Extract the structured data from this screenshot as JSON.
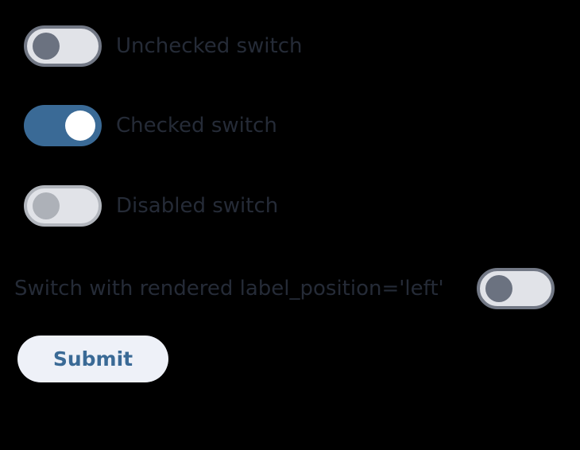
{
  "page": {
    "background_color": "#000000",
    "label_color": "#252b37"
  },
  "switches": [
    {
      "name": "unchecked-switch",
      "label": "Unchecked switch",
      "state": "off",
      "checked": false,
      "disabled": false,
      "label_position": "right",
      "track_color": "#e1e3e8",
      "border_color": "#727885",
      "thumb_color": "#6b7280"
    },
    {
      "name": "checked-switch",
      "label": "Checked switch",
      "state": "on",
      "checked": true,
      "disabled": false,
      "label_position": "right",
      "track_color": "#3a6a96",
      "border_color": "#3a6a96",
      "thumb_color": "#ffffff"
    },
    {
      "name": "disabled-switch",
      "label": "Disabled switch",
      "state": "off",
      "checked": false,
      "disabled": true,
      "label_position": "right",
      "track_color": "#e1e3e8",
      "border_color": "#b2b6bd",
      "thumb_color": "#adb1b8"
    },
    {
      "name": "left-label-switch",
      "label": "Switch with rendered label_position='left'",
      "state": "off",
      "checked": false,
      "disabled": false,
      "label_position": "left",
      "track_color": "#e1e3e8",
      "border_color": "#727885",
      "thumb_color": "#6b7280"
    }
  ],
  "submit": {
    "label": "Submit",
    "background_color": "#eef1f8",
    "text_color": "#3a6a96"
  }
}
